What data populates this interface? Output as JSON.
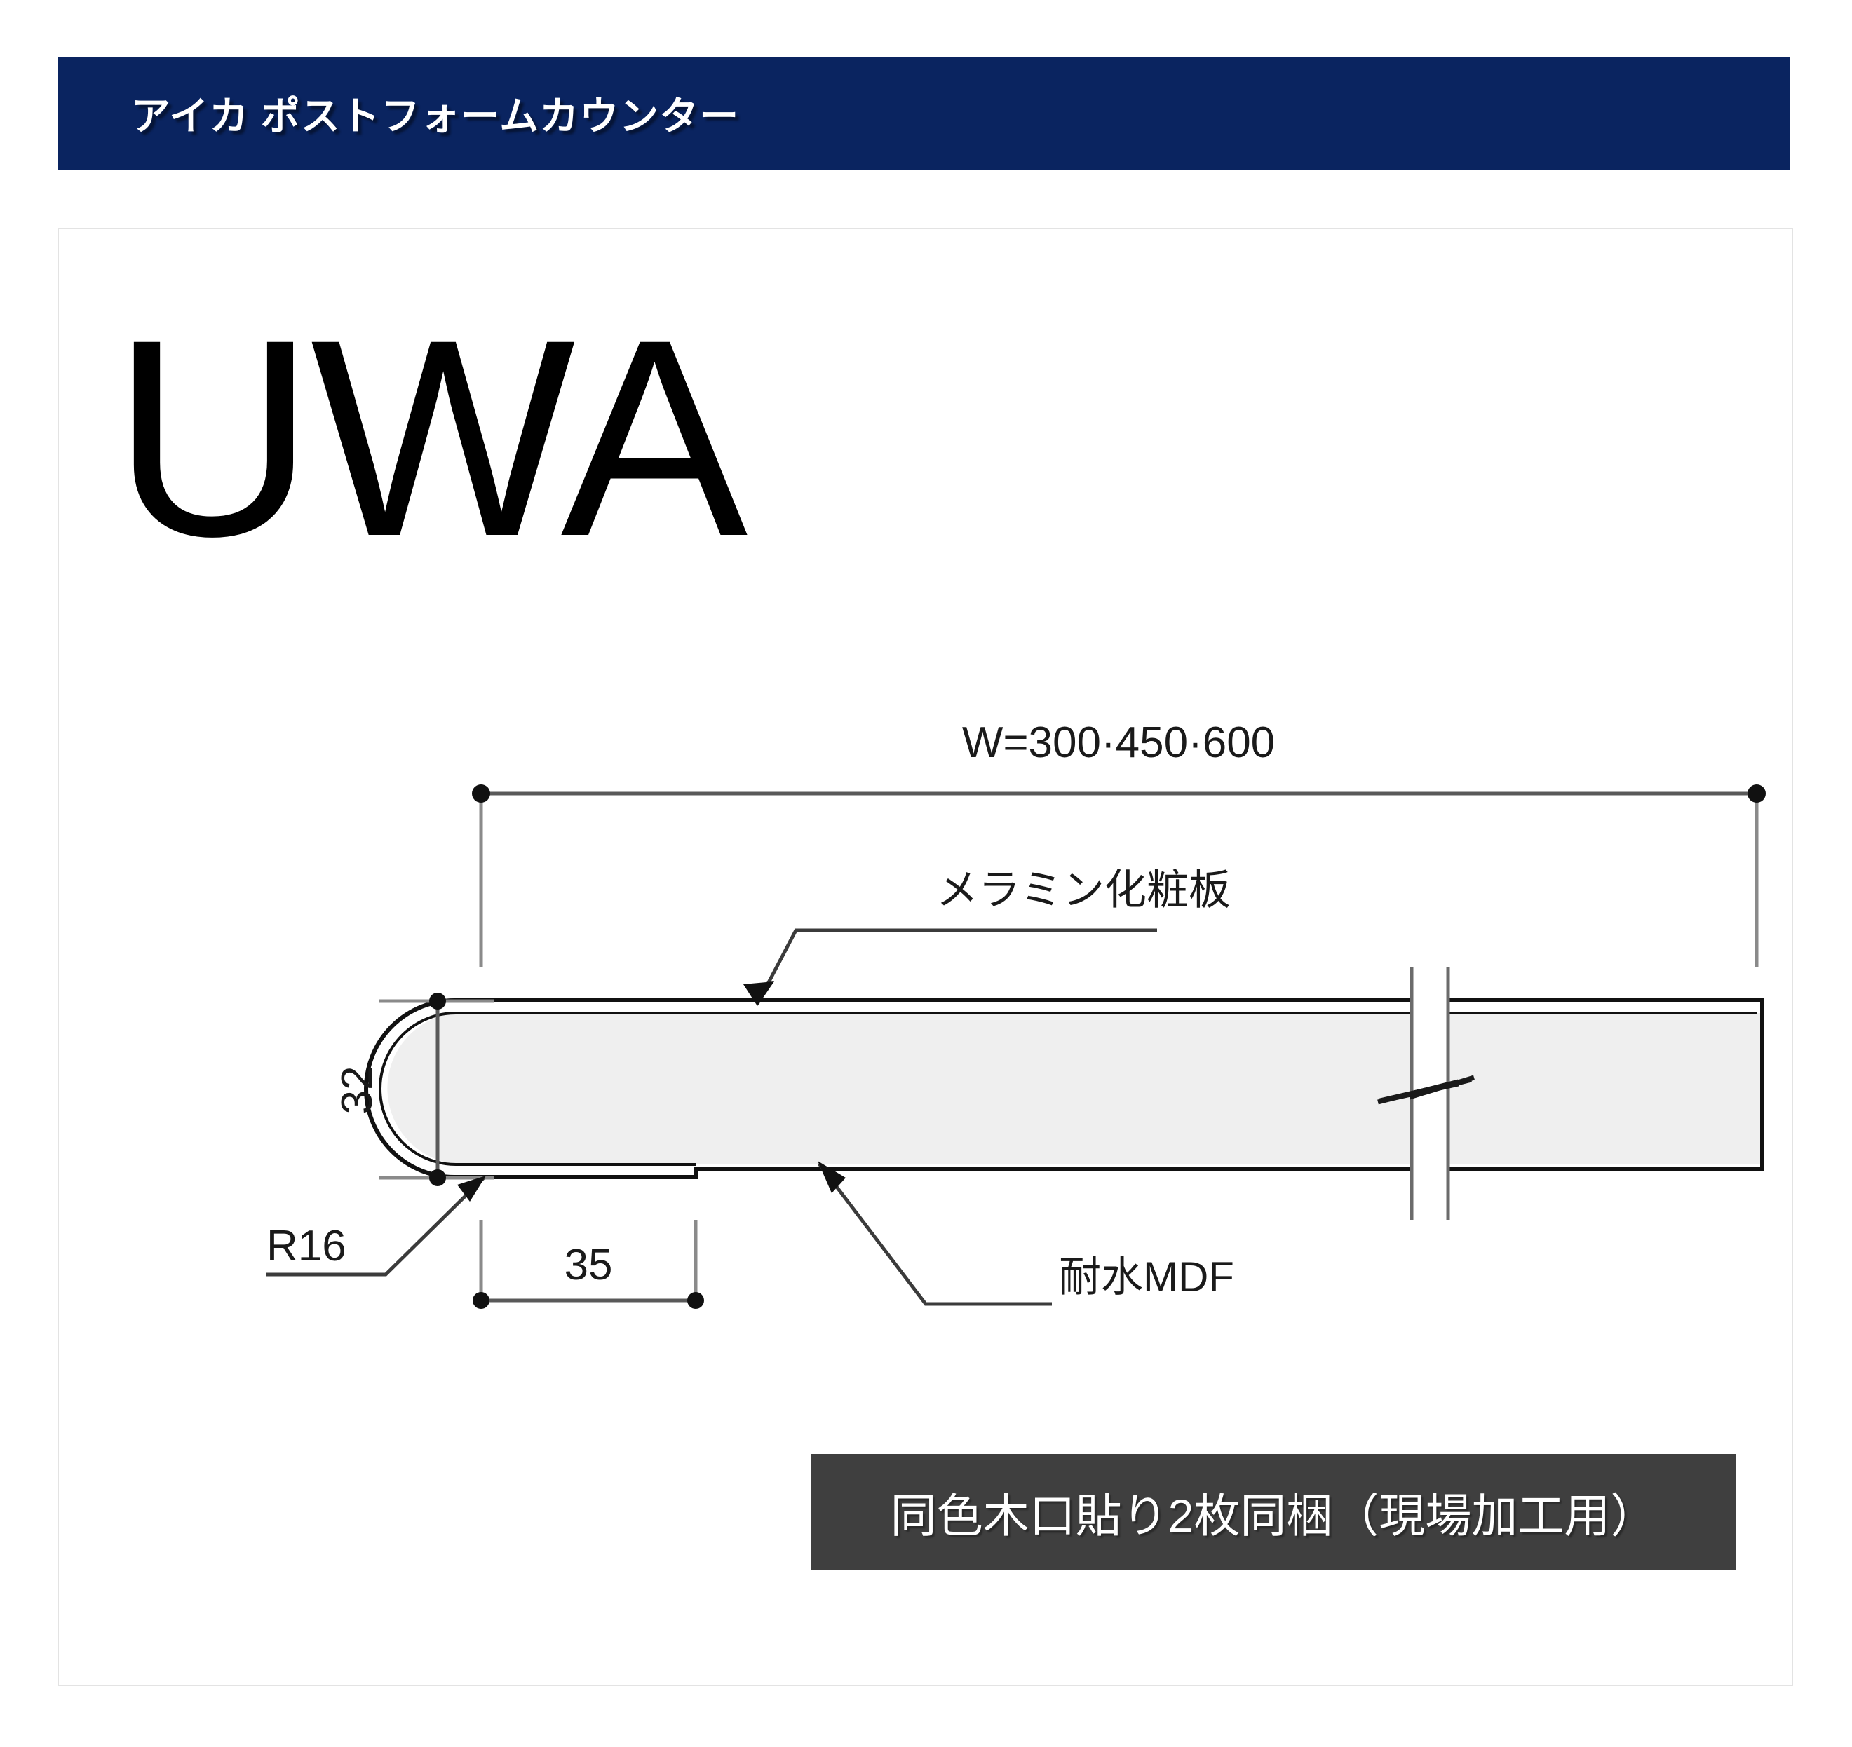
{
  "header": {
    "title": "アイカ ポストフォームカウンター",
    "background_color": "#0a2460",
    "text_color": "#ffffff"
  },
  "panel": {
    "product_code": "UWA",
    "border_color": "#e3e3e3"
  },
  "drawing": {
    "width_dimension": "W=300·450·600",
    "height_dimension": "32",
    "radius_callout": "R16",
    "nose_dimension": "35",
    "label_surface": "メラミン化粧板",
    "label_core": "耐水MDF",
    "core_fill_color": "#efefef",
    "line_color": "#111111"
  },
  "caption": {
    "text": "同色木口貼り2枚同梱（現場加工用）",
    "background_color": "#3f3f3f",
    "text_color": "#ffffff"
  }
}
